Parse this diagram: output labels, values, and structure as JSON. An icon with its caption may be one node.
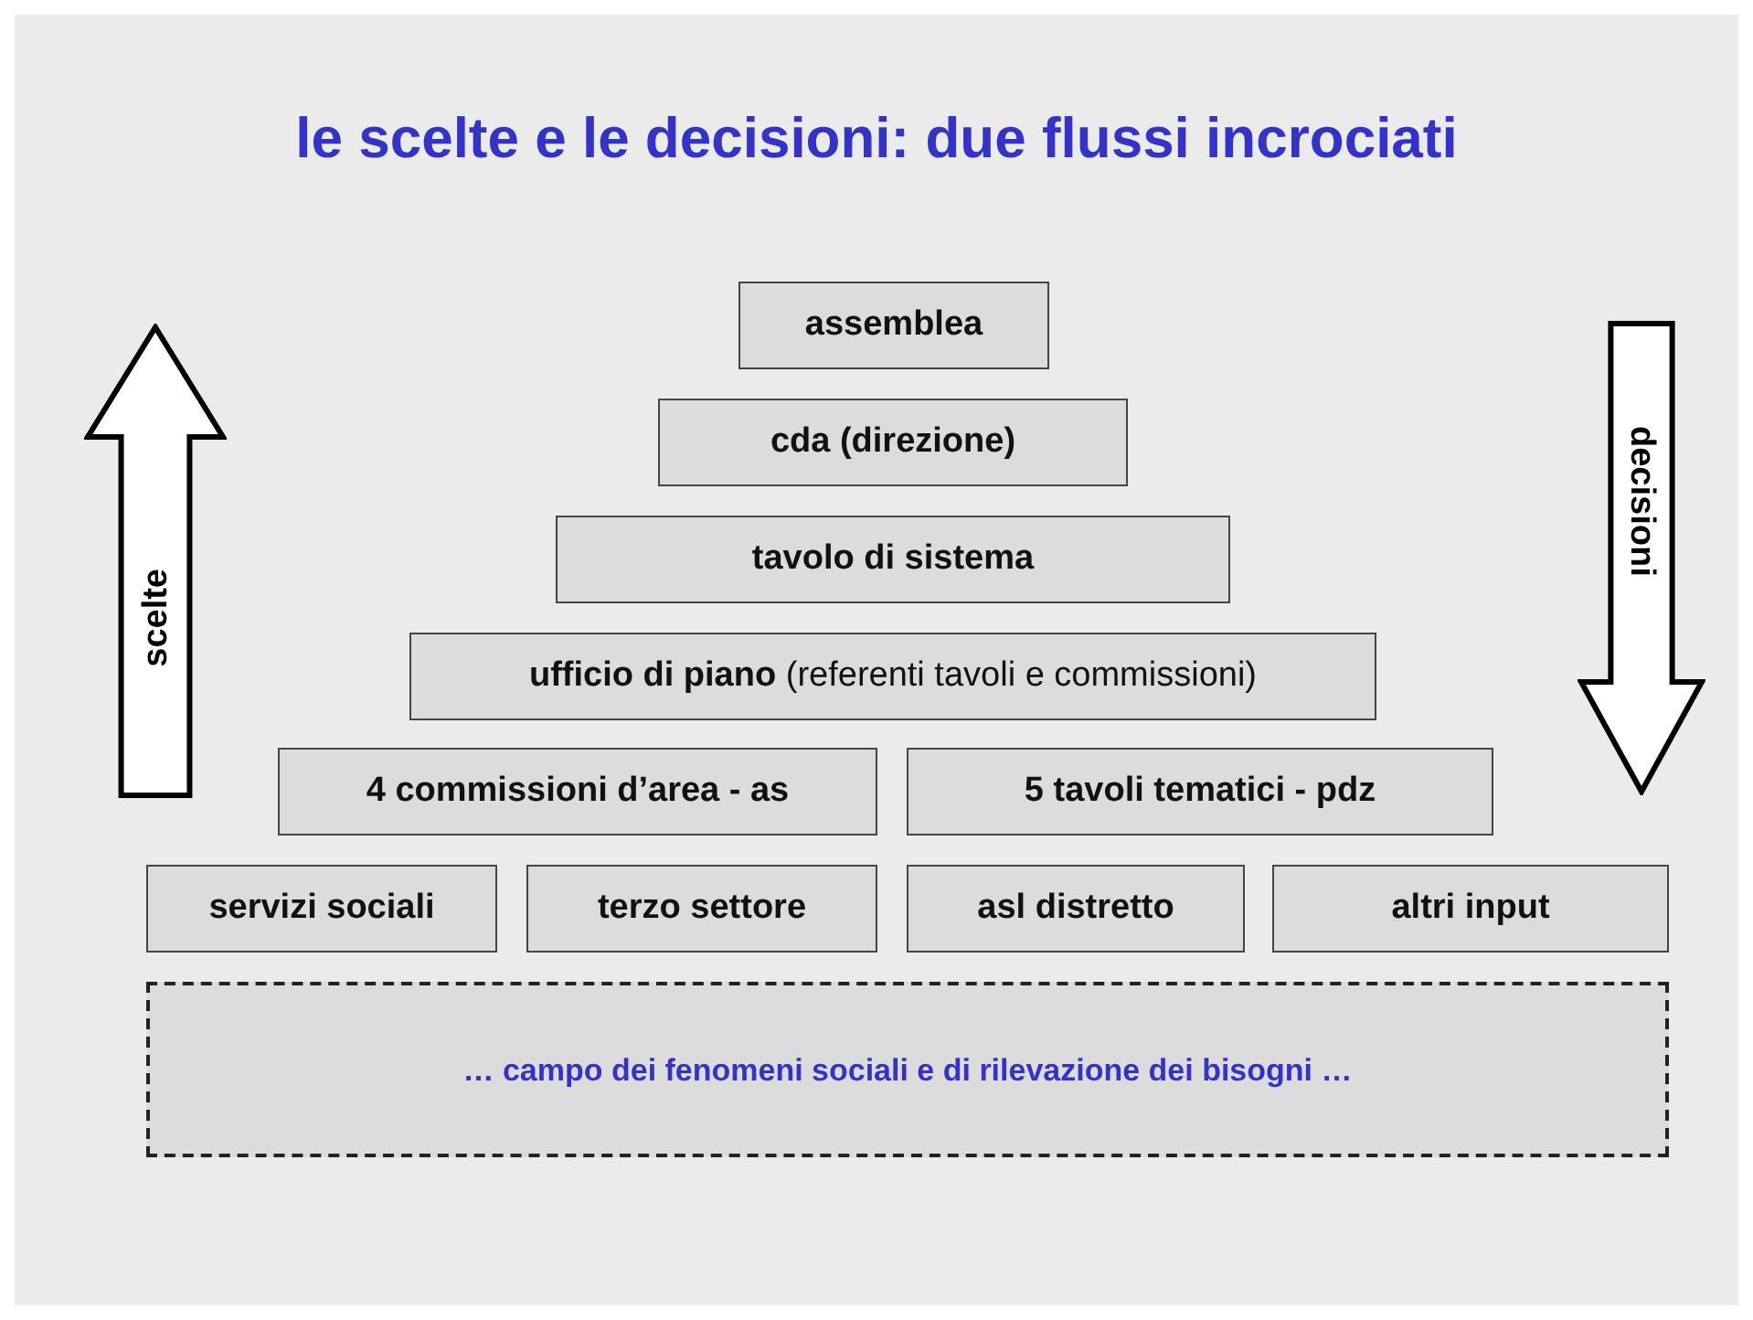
{
  "diagram": {
    "title": "le scelte e le decisioni: due flussi incrociati",
    "nodes": [
      {
        "text": [
          "assemblea"
        ]
      },
      {
        "text": [
          "cda (direzione)"
        ]
      },
      {
        "text": [
          "tavolo di sistema"
        ]
      },
      {
        "text": [
          "**ufficio di piano** (referenti tavoli e commissioni)"
        ]
      },
      {
        "text": [
          "4 commissioni d’area - as"
        ]
      },
      {
        "text": [
          "5 tavoli tematici - pdz"
        ]
      },
      {
        "text": [
          "servizi sociali"
        ]
      },
      {
        "text": [
          "terzo settore"
        ]
      },
      {
        "text": [
          "asl distretto"
        ]
      },
      {
        "text": [
          "altri input"
        ]
      },
      {
        "text": [
          "… campo dei fenomeni sociali e di rilevazione dei bisogni …"
        ]
      },
      {
        "text": [
          "scelte"
        ]
      },
      {
        "text": [
          "decisioni"
        ]
      }
    ]
  }
}
